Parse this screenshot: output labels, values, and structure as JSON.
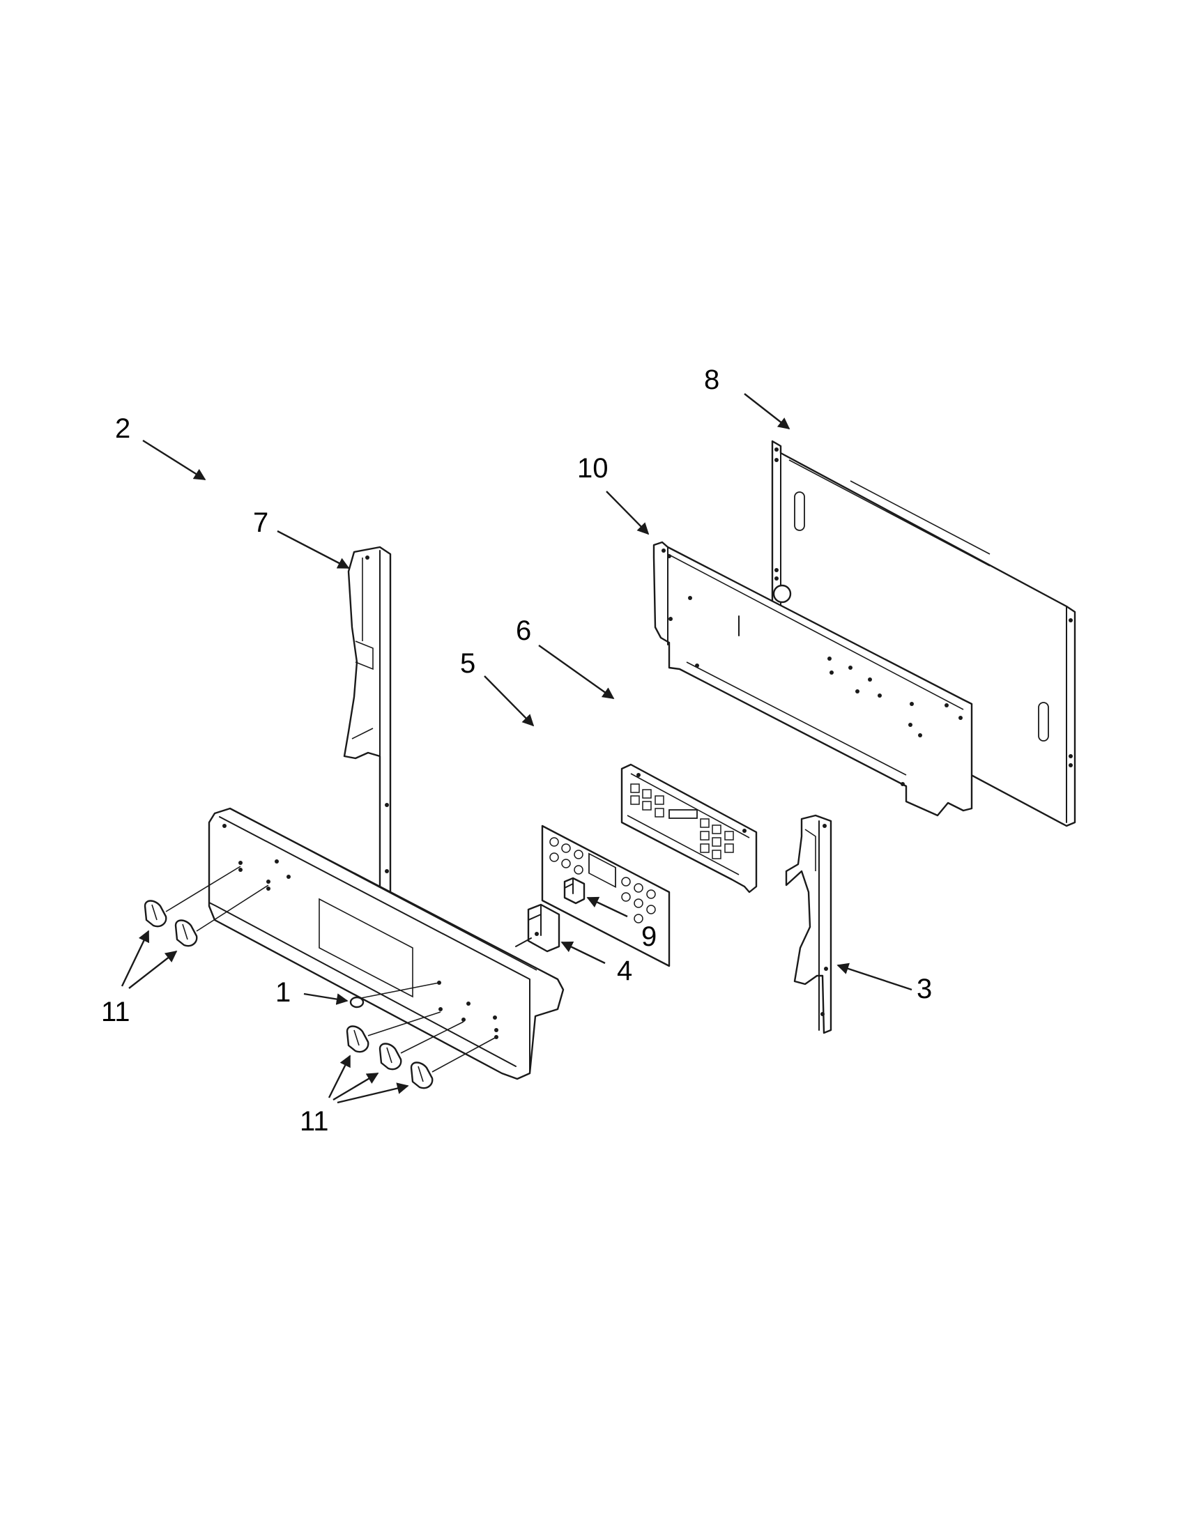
{
  "callouts": [
    {
      "id": "c1",
      "label": "1"
    },
    {
      "id": "c2",
      "label": "2"
    },
    {
      "id": "c3",
      "label": "3"
    },
    {
      "id": "c4",
      "label": "4"
    },
    {
      "id": "c5",
      "label": "5"
    },
    {
      "id": "c6",
      "label": "6"
    },
    {
      "id": "c7",
      "label": "7"
    },
    {
      "id": "c8",
      "label": "8"
    },
    {
      "id": "c9",
      "label": "9"
    },
    {
      "id": "c10",
      "label": "10"
    },
    {
      "id": "c11a",
      "label": "11"
    },
    {
      "id": "c11b",
      "label": "11"
    }
  ]
}
